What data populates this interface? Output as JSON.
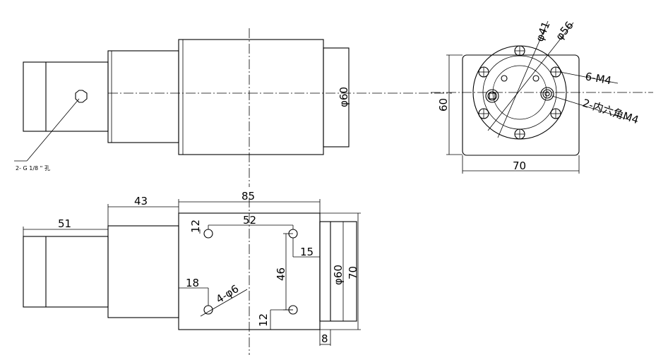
{
  "drawing": {
    "dimensions": {
      "front_dia60": "φ60",
      "thread_note": "2- G 1/8 \" 孔",
      "right_dia41": "φ41",
      "right_dia56": "φ56",
      "right_6m4": "6-M4",
      "right_2m4": "2-内六角M4",
      "right_60": "60",
      "right_70": "70",
      "bottom_85": "85",
      "bottom_43": "43",
      "bottom_51": "51",
      "bottom_52": "52",
      "bottom_12a": "12",
      "bottom_15": "15",
      "bottom_46": "46",
      "bottom_18": "18",
      "bottom_4phi6": "4-φ6",
      "bottom_12b": "12",
      "bottom_dia60": "φ60",
      "bottom_70": "70",
      "bottom_8": "8"
    }
  }
}
